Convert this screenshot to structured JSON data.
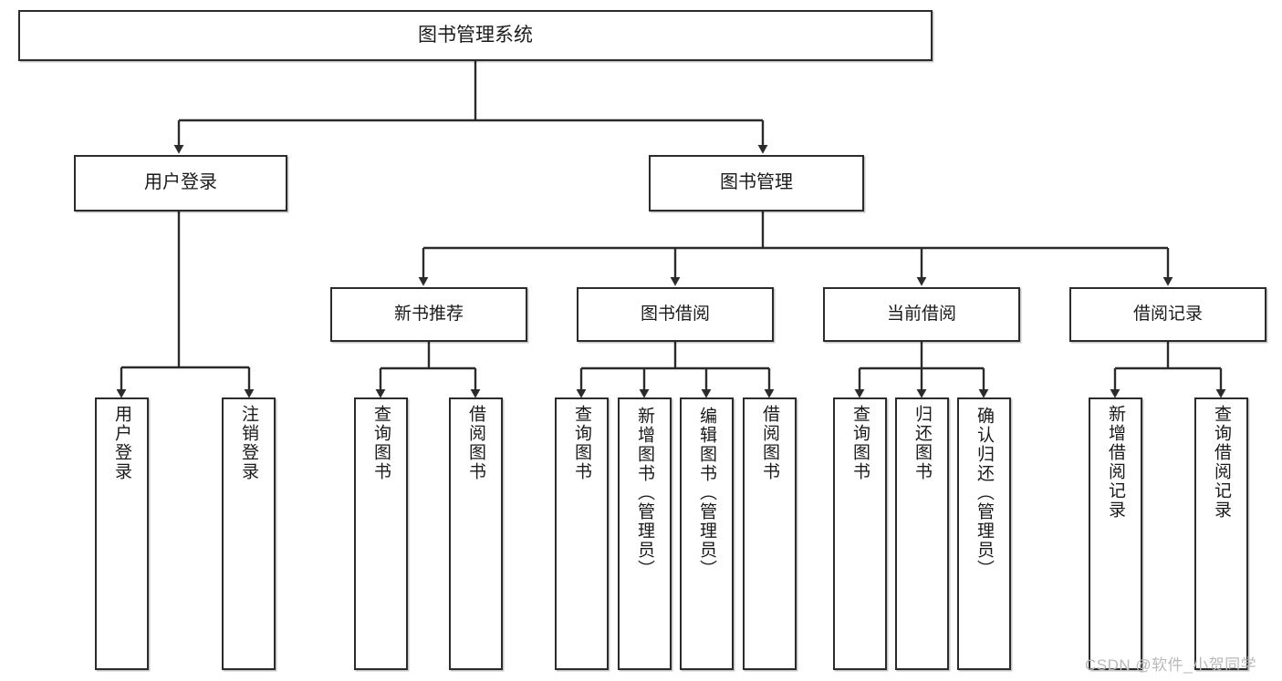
{
  "diagram": {
    "title": "图书管理系统",
    "type": "hierarchy-tree",
    "orientation": "top-down",
    "colors": {
      "box_border": "#2b2b2b",
      "box_fill": "#ffffff",
      "connector": "#2b2b2b",
      "background": "#ffffff",
      "watermark": "#b9b9b9"
    }
  },
  "root": {
    "label": "图书管理系统"
  },
  "level2": [
    {
      "label": "用户登录"
    },
    {
      "label": "图书管理"
    }
  ],
  "level3": [
    {
      "label": "新书推荐"
    },
    {
      "label": "图书借阅"
    },
    {
      "label": "当前借阅"
    },
    {
      "label": "借阅记录"
    }
  ],
  "leaves": {
    "user_login": [
      {
        "label": "用户登录"
      },
      {
        "label": "注销登录"
      }
    ],
    "new_book_recommend": [
      {
        "label": "查询图书"
      },
      {
        "label": "借阅图书"
      }
    ],
    "book_borrow": [
      {
        "label": "查询图书"
      },
      {
        "label": "新增图书（管理员）"
      },
      {
        "label": "编辑图书（管理员）"
      },
      {
        "label": "借阅图书"
      }
    ],
    "current_borrow": [
      {
        "label": "查询图书"
      },
      {
        "label": "归还图书"
      },
      {
        "label": "确认归还（管理员）"
      }
    ],
    "borrow_record": [
      {
        "label": "新增借阅记录"
      },
      {
        "label": "查询借阅记录"
      }
    ]
  },
  "watermark": {
    "text": "CSDN @软件_小贺同学"
  }
}
